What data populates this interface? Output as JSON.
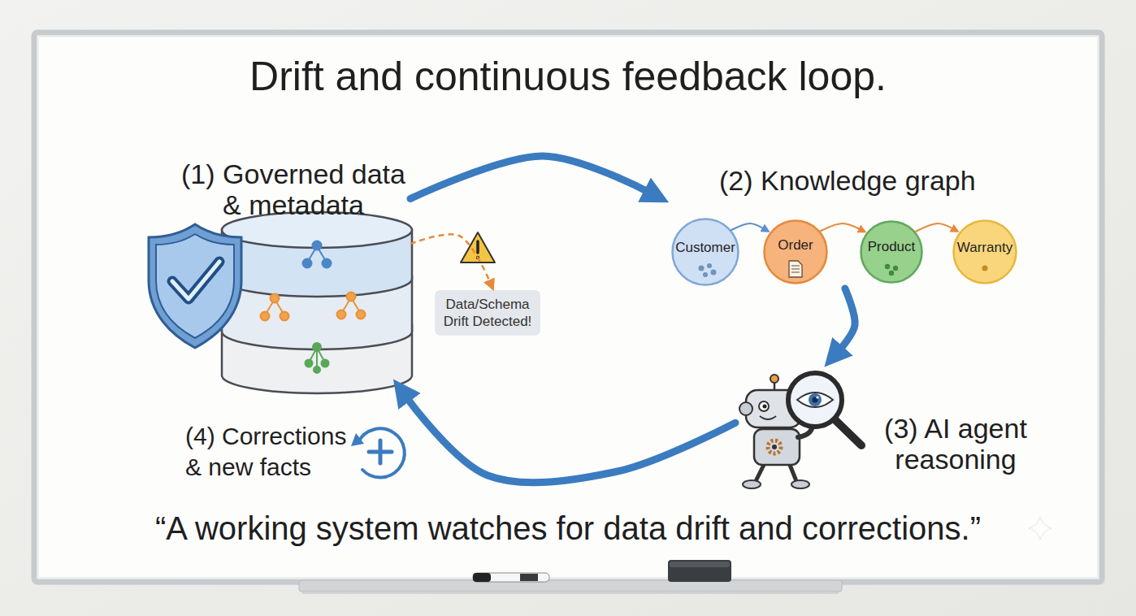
{
  "diagram": {
    "title": "Drift and continuous feedback loop.",
    "caption": "“A working system watches for data drift and corrections.”",
    "nodes": [
      {
        "text": [
          "(1) Governed data & metadata"
        ]
      },
      {
        "text": [
          "(2) Knowledge graph"
        ]
      },
      {
        "text": [
          "Customer"
        ],
        "in": 1
      },
      {
        "text": [
          "Order"
        ],
        "in": 1
      },
      {
        "text": [
          "Product"
        ],
        "in": 1
      },
      {
        "text": [
          "Warranty"
        ],
        "in": 1
      },
      {
        "text": [
          "Data/Schema Drift Detected!"
        ]
      },
      {
        "text": [
          "(3) AI agent reasoning"
        ]
      }
    ],
    "edges": [
      {
        "from": 0,
        "to": 1,
        "arrow": "to"
      },
      {
        "from": 2,
        "to": 3,
        "arrow": "to"
      },
      {
        "from": 3,
        "to": 4,
        "arrow": "to"
      },
      {
        "from": 4,
        "to": 5,
        "arrow": "to"
      },
      {
        "from": 1,
        "to": 7,
        "arrow": "to"
      },
      {
        "from": 7,
        "to": 0,
        "label": "(4) Corrections & new facts",
        "arrow": "to"
      },
      {
        "from": 0,
        "to": 6,
        "arrow": "to"
      }
    ]
  }
}
